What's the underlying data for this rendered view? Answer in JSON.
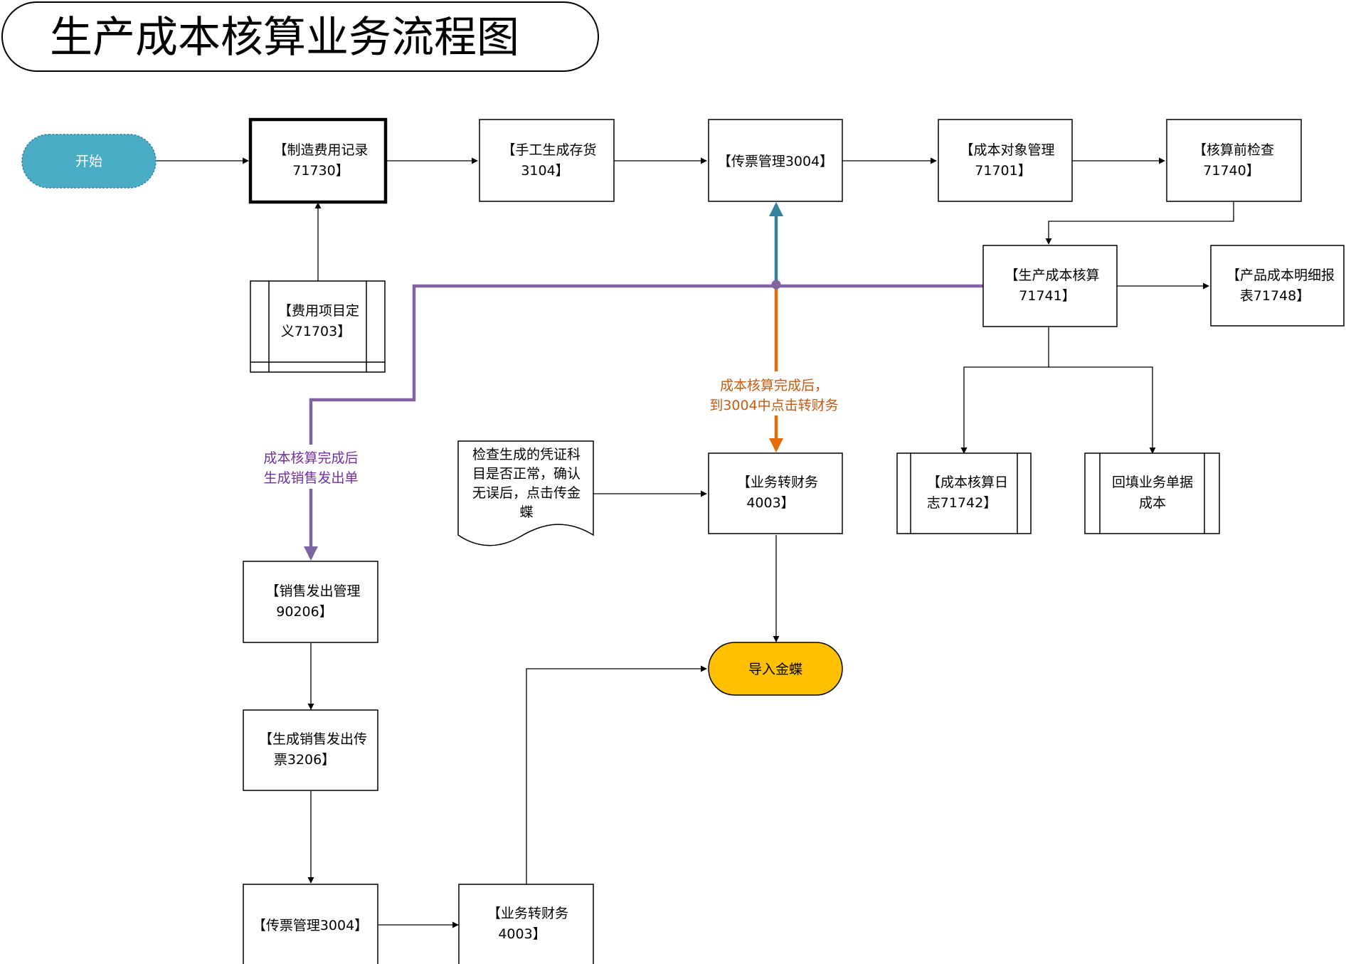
{
  "title": "生产成本核算业务流程图",
  "colors": {
    "start_fill": "#4BACC6",
    "start_text": "#ffffff",
    "end_fill": "#FFC000",
    "purple": "#8064A2",
    "teal": "#31849B",
    "orange": "#E36C09",
    "orange_text": "#C55A11",
    "purple_text": "#7030A0",
    "line": "#000000"
  },
  "nodes": {
    "start": "开始",
    "zhizao_1": "【制造费用记录",
    "zhizao_2": "71730】",
    "shougong_1": "【手工生成存货",
    "shougong_2": "3104】",
    "chuanpiao_top": "【传票管理3004】",
    "chengben_obj_1": "【成本对象管理",
    "chengben_obj_2": "71701】",
    "hesuan_check_1": "【核算前检查",
    "hesuan_check_2": "71740】",
    "feiyong_1": "【费用项目定",
    "feiyong_2": "义71703】",
    "shengchan_1": "【生产成本核算",
    "shengchan_2": "71741】",
    "chanpin_1": "【产品成本明细报",
    "chanpin_2": "表71748】",
    "rizhi_1": "【成本核算日",
    "rizhi_2": "志71742】",
    "huitian_1": "回填业务单据",
    "huitian_2": "成本",
    "yewu_mid_1": "【业务转财务",
    "yewu_mid_2": "4003】",
    "doc_1": "检查生成的凭证科",
    "doc_2": "目是否正常，确认",
    "doc_3": "无误后，点击传金",
    "doc_4": "蝶",
    "xiaoshou_1": "【销售发出管理",
    "xiaoshou_2": "90206】",
    "shengcheng_1": "【生成销售发出传",
    "shengcheng_2": "票3206】",
    "chuanpiao_bottom": "【传票管理3004】",
    "yewu_bottom_1": "【业务转财务",
    "yewu_bottom_2": "4003】",
    "end": "导入金蝶"
  },
  "annotations": {
    "orange_1": "成本核算完成后，",
    "orange_2": "到3004中点击转财务",
    "purple_1": "成本核算完成后",
    "purple_2": "生成销售发出单"
  }
}
